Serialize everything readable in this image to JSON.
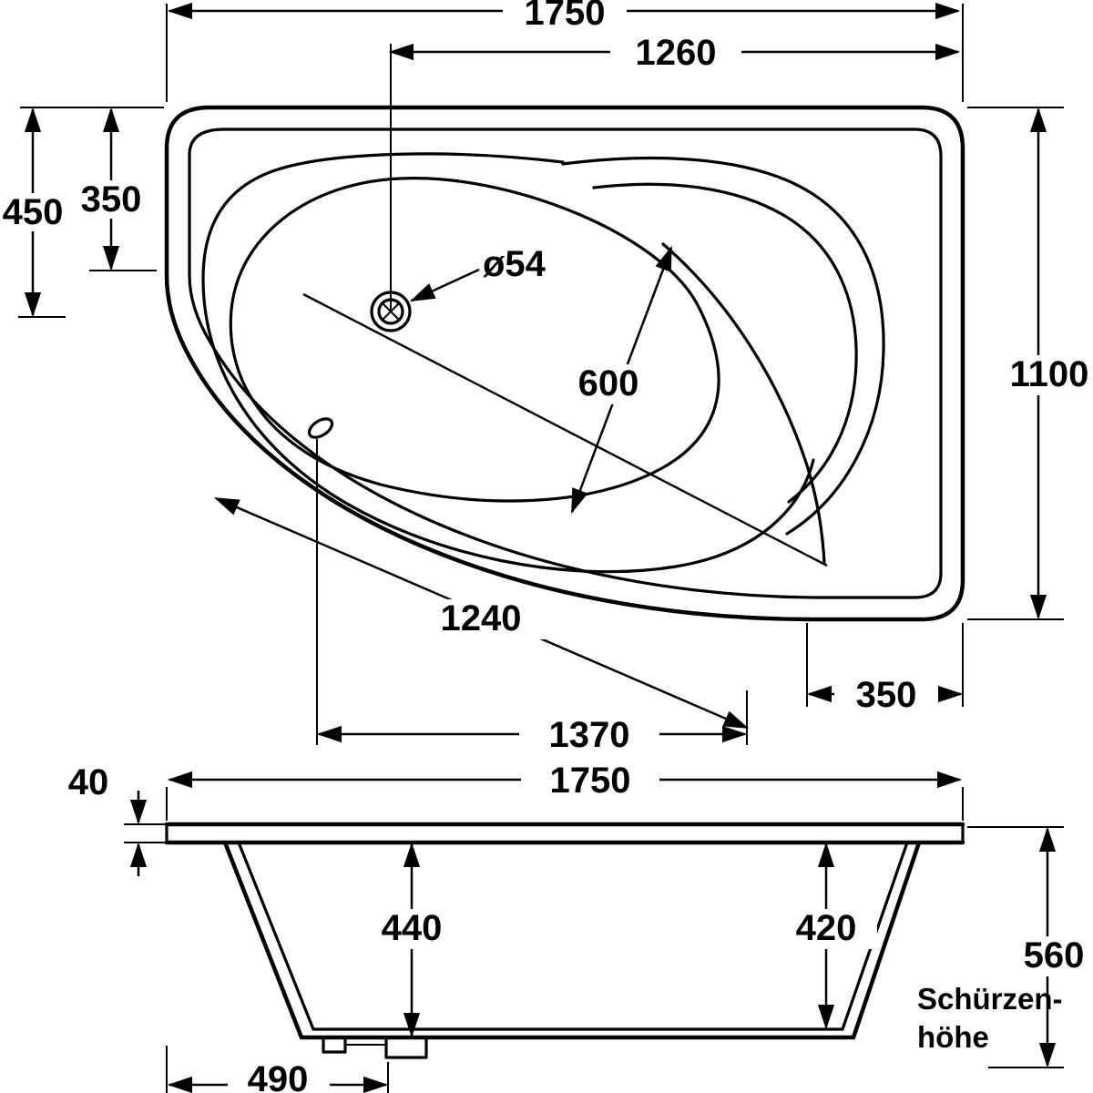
{
  "page": {
    "background_color": "#ffffff",
    "line_color": "#000000",
    "description": "Technical dimension drawing of an offset corner bathtub, plan view and side elevation"
  },
  "plan_view": {
    "dims": {
      "total_width": "1750",
      "drain_to_right_edge": "1260",
      "left_edge_depth": "450",
      "left_inner_depth": "350",
      "drain_diameter": "ø54",
      "diagonal_inner_width": "600",
      "right_side_depth": "1100",
      "diagonal_edge_length": "1240",
      "bottom_right_straight": "350",
      "bottom_diagonal_span": "1370"
    }
  },
  "side_view": {
    "dims": {
      "total_width": "1750",
      "rim_thickness": "40",
      "inner_depth_left": "440",
      "inner_depth_right": "420",
      "apron_height": "560",
      "bottom_drain_offset": "490"
    },
    "labels": {
      "apron_line1": "Schürzen-",
      "apron_line2": "höhe"
    }
  }
}
